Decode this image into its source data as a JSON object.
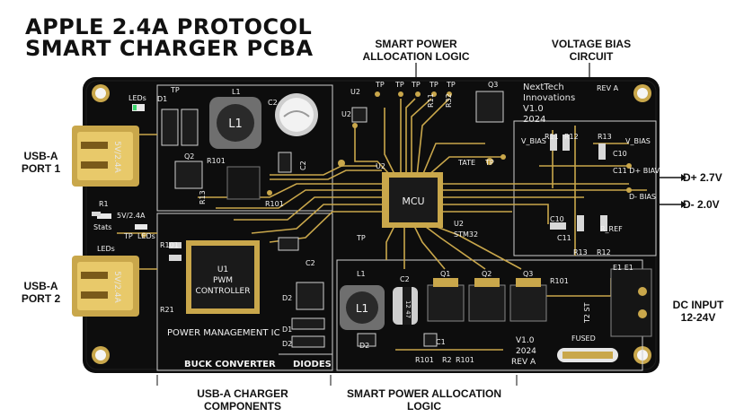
{
  "title": {
    "line1": "APPLE 2.4A PROTOCOL",
    "line2": "SMART CHARGER PCBA"
  },
  "callouts": {
    "smart_power_top": {
      "line1": "SMART POWER",
      "line2": "ALLOCATION LOGIC"
    },
    "voltage_bias": {
      "line1": "VOLTAGE BIAS",
      "line2": "CIRCUIT"
    },
    "usb_port1": {
      "line1": "USB-A",
      "line2": "PORT 1"
    },
    "usb_port2": {
      "line1": "USB-A",
      "line2": "PORT 2"
    },
    "d_plus": "D+ 2.7V",
    "d_minus": "D- 2.0V",
    "dc_input": {
      "line1": "DC INPUT",
      "line2": "12-24V"
    },
    "usb_components": "USB-A CHARGER COMPONENTS",
    "smart_power_bottom": "SMART POWER ALLOCATION LOGIC"
  },
  "board": {
    "brand": {
      "line1": "NextTech",
      "line2": "Innovations",
      "line3": "V1.0",
      "line4": "2024"
    },
    "rev_top": "REV A",
    "mcu": "MCU",
    "u2_mcu": "U2",
    "stm32": "STM32",
    "pwm": {
      "l1": "U1",
      "l2": "PWM",
      "l3": "CONTROLLER"
    },
    "power_mgmt": "POWER MANAGEMENT IC",
    "buck": "BUCK CONVERTER",
    "diodes": "DIODES",
    "fused": "FUSED",
    "version_bottom": {
      "l1": "V1.0",
      "l2": "2024",
      "l3": "REV A"
    },
    "usb_rating": "5V/2.4A",
    "rating_label": "5V/2.4A",
    "leds": "LEDs",
    "stats": "Stats",
    "tp": "TP",
    "tate": "TATE",
    "l1": "L1",
    "c2": "C2",
    "d1": "D1",
    "d2": "D2",
    "q1": "Q1",
    "q2": "Q2",
    "q3": "Q3",
    "r1": "R1",
    "r2": "R2",
    "r11": "R11",
    "r12": "R12",
    "r13": "R13",
    "r21": "R21",
    "r32": "R32",
    "r101": "R101",
    "c1": "C1",
    "c10": "C10",
    "c11": "C11",
    "c11_dplus": "C11 D+ BIAV",
    "d_bias": "D- BIAS",
    "r_ref": "R_REF",
    "v_bias": "V_BIAS",
    "u1": "U1",
    "u2": "U2",
    "cap_value": "12 47",
    "t2_st": "T2 ST",
    "e1": "E1  E1"
  }
}
